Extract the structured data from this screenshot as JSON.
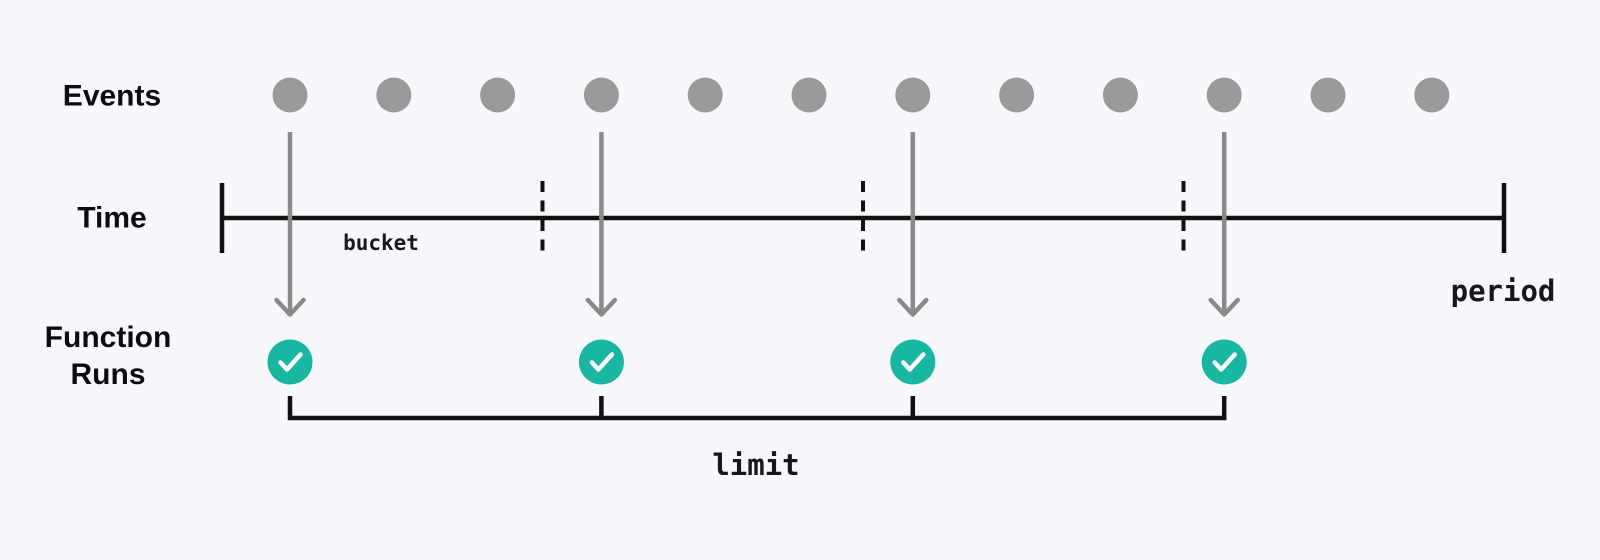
{
  "labels": {
    "events": "Events",
    "time": "Time",
    "function_runs": "Function Runs",
    "bucket": "bucket",
    "period": "period",
    "limit": "limit"
  },
  "colors": {
    "background": "#f8f8fc",
    "event_dot": "#9a9a9a",
    "arrow": "#8a8a8a",
    "axis_line": "#111111",
    "check_circle": "#17b7a2",
    "check_mark": "#ffffff",
    "text": "#0c0d10"
  },
  "diagram": {
    "type": "rate-limit-timeline",
    "event_count": 12,
    "run_event_indexes": [
      0,
      3,
      6,
      9
    ],
    "function_run_count": 4,
    "bucket_count": 4
  }
}
